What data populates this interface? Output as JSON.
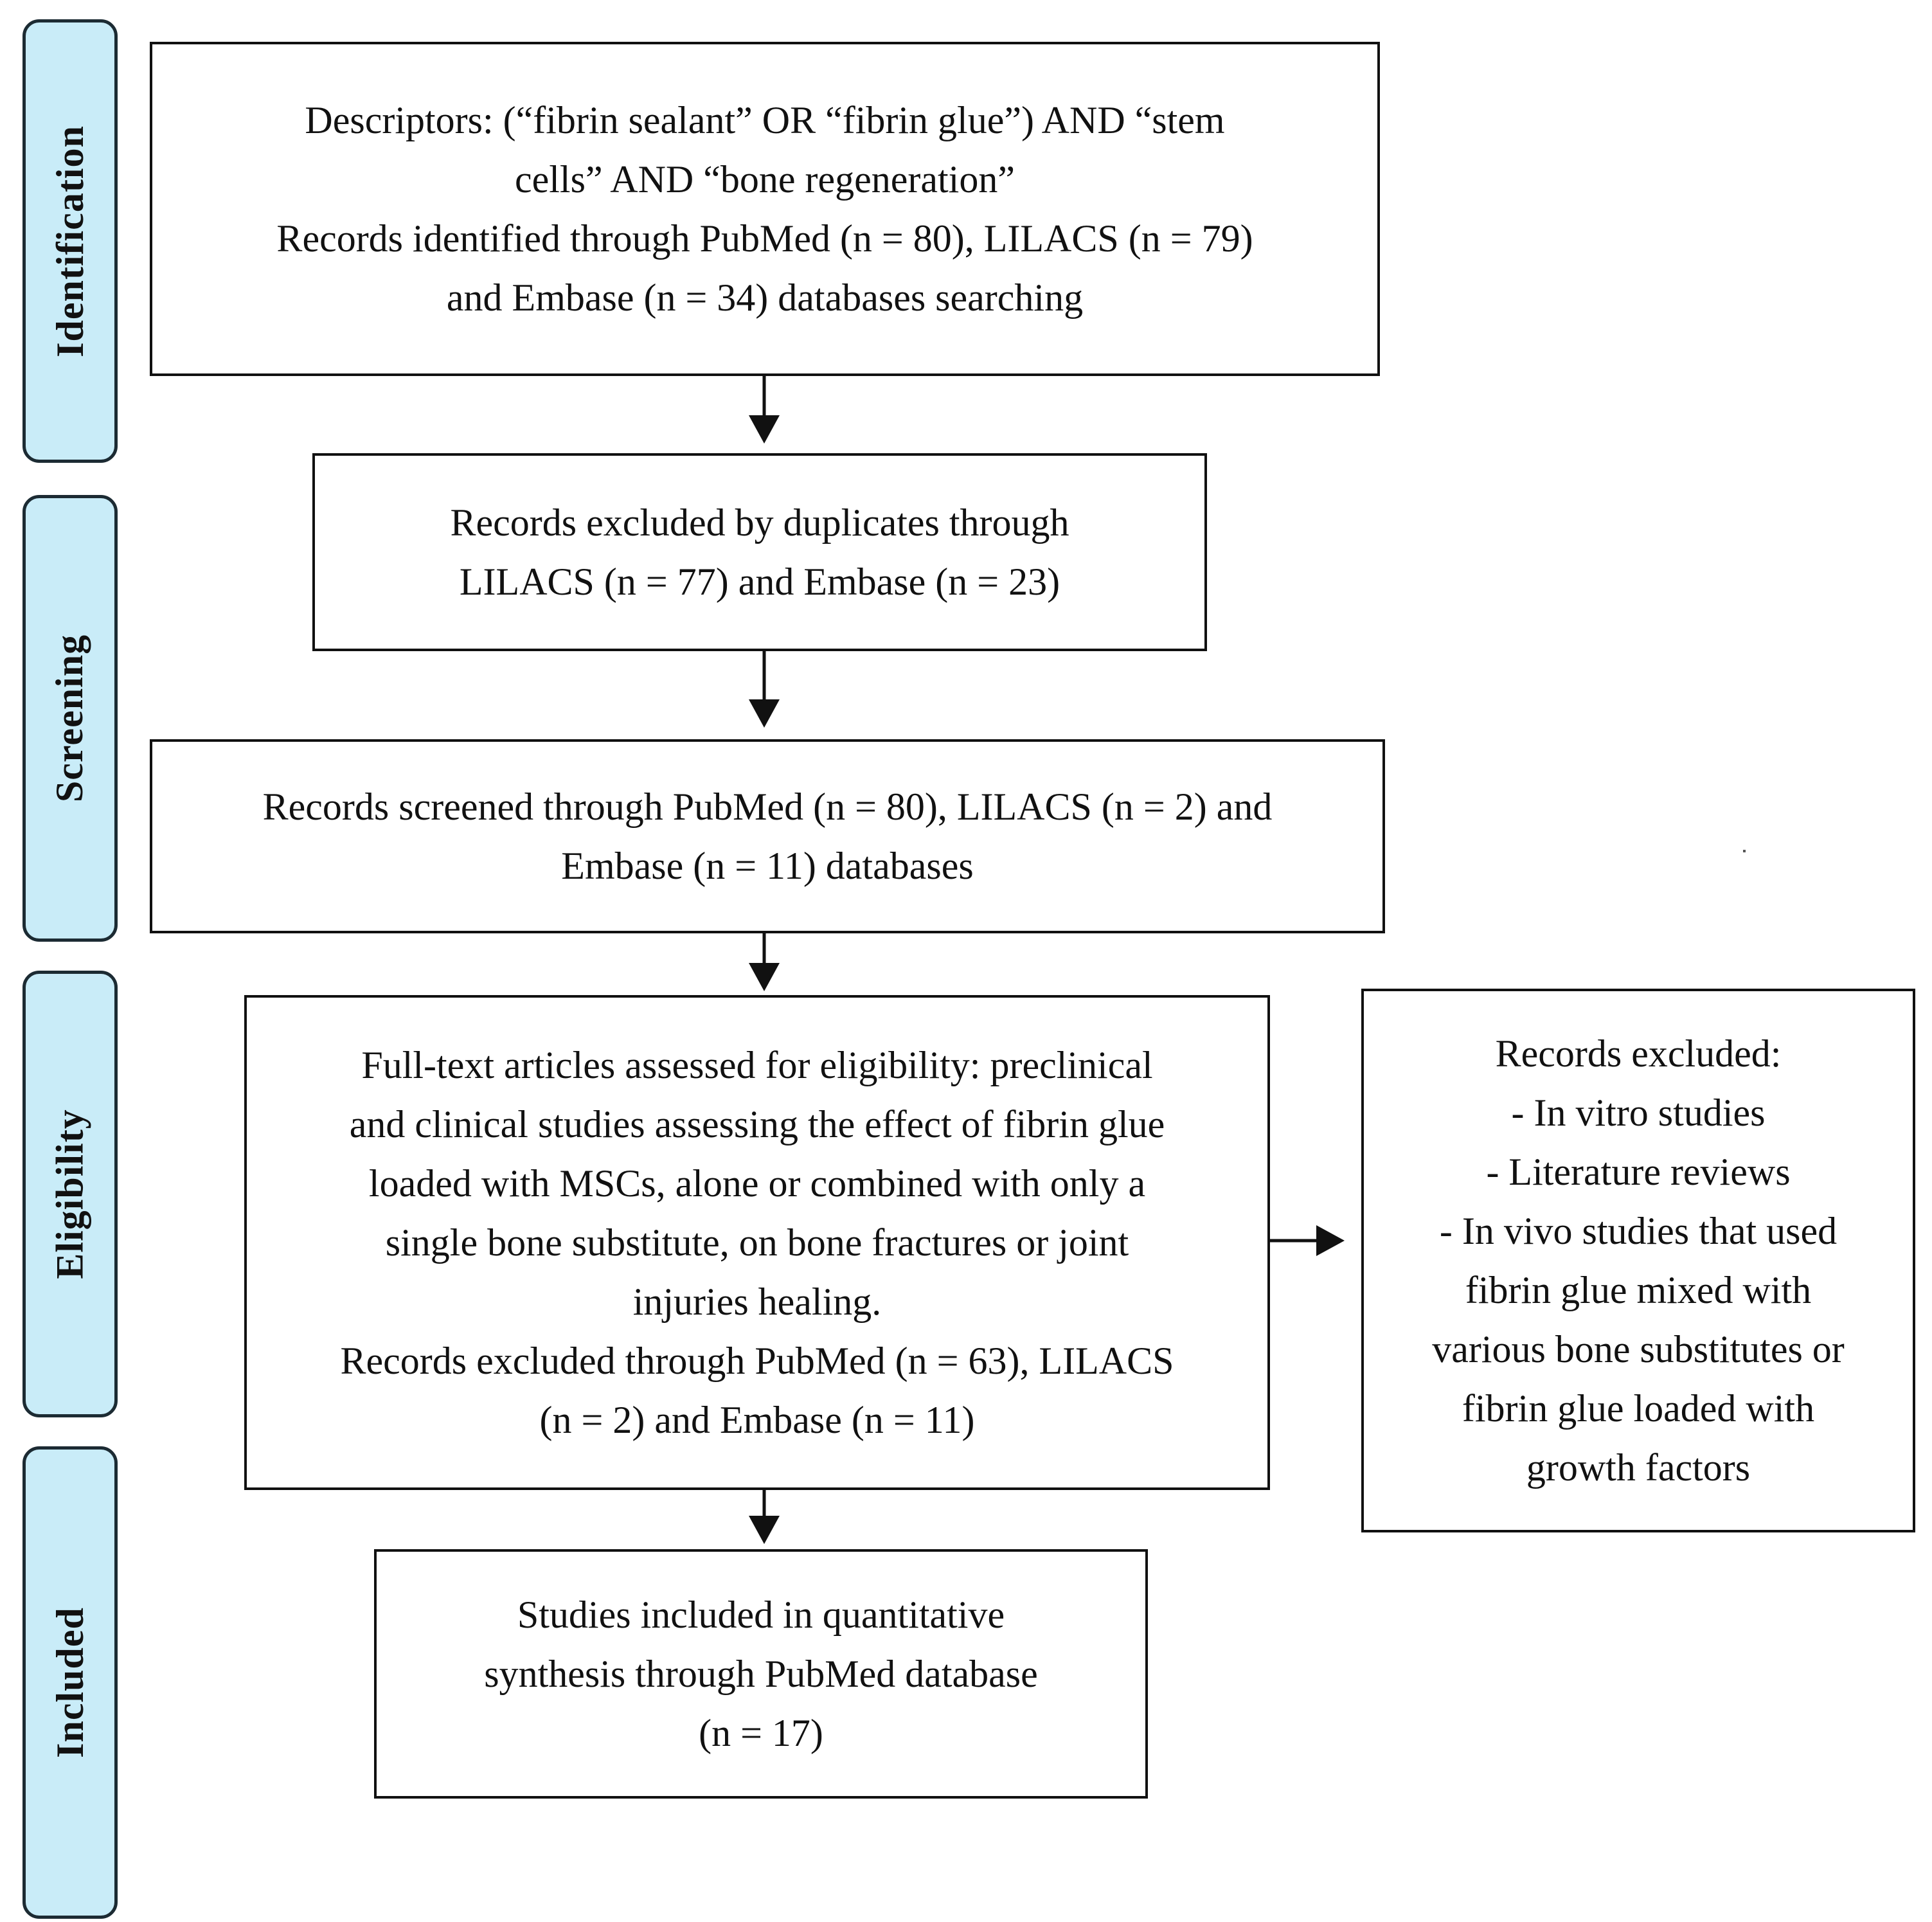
{
  "stages": {
    "identification": "Identification",
    "screening": "Screening",
    "eligibility": "Eligibility",
    "included": "Included"
  },
  "boxes": {
    "identification": {
      "lines": [
        "Descriptors: (“fibrin sealant” OR “fibrin glue”) AND “stem",
        "cells” AND “bone regeneration”",
        "Records identified through PubMed (n = 80), LILACS (n = 79)",
        "and Embase (n = 34) databases searching"
      ]
    },
    "duplicates": {
      "lines": [
        "Records excluded by duplicates through",
        "LILACS (n = 77) and Embase (n = 23)"
      ]
    },
    "screened": {
      "lines": [
        "Records screened through PubMed (n = 80), LILACS (n = 2) and",
        "Embase (n = 11) databases"
      ]
    },
    "eligibility": {
      "lines": [
        "Full-text articles assessed for eligibility: preclinical",
        "and clinical studies assessing the effect of fibrin glue",
        "loaded with MSCs, alone or combined with only a",
        "single bone substitute, on bone fractures or joint",
        "injuries healing.",
        "Records excluded through PubMed (n = 63), LILACS",
        "(n = 2) and Embase (n = 11)"
      ]
    },
    "excluded": {
      "lines": [
        "Records excluded:",
        "- In vitro studies",
        "- Literature reviews",
        "- In vivo studies that used",
        "fibrin glue mixed with",
        "various bone substitutes or",
        "fibrin glue loaded with",
        "growth factors"
      ]
    },
    "included": {
      "lines": [
        "Studies included in quantitative",
        "synthesis through PubMed database",
        "(n = 17)"
      ]
    }
  }
}
